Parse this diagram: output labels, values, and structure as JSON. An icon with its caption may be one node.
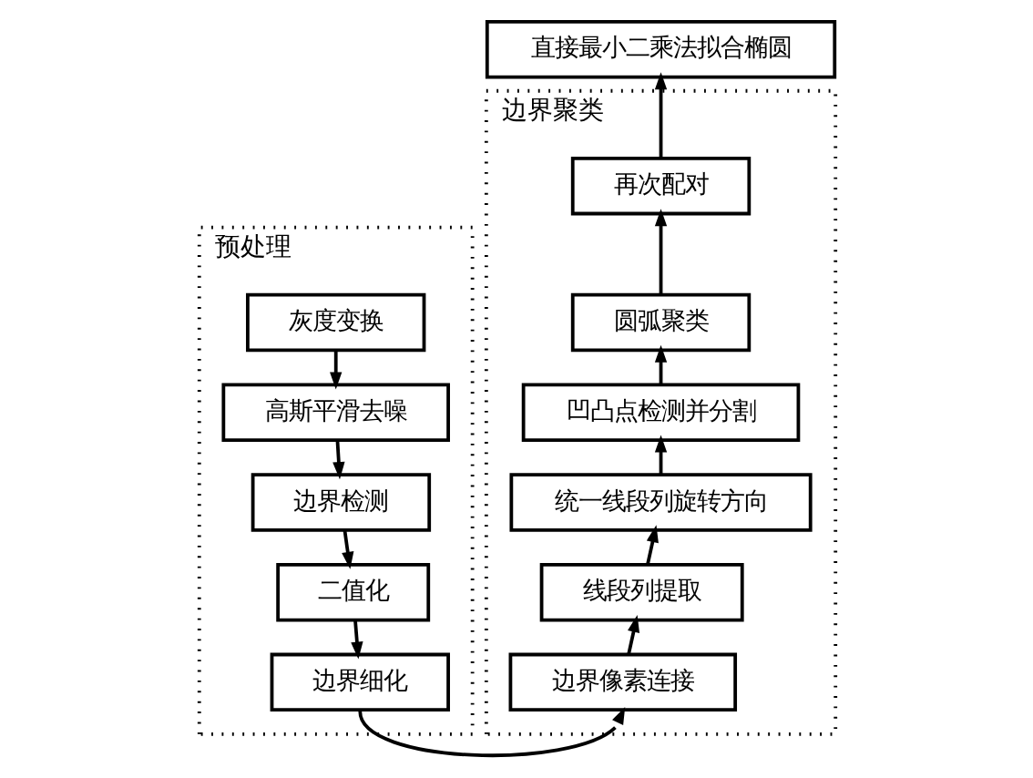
{
  "diagram": {
    "nodes": [
      {
        "text": [
          "预处理"
        ]
      },
      {
        "text": [
          "灰度变换"
        ],
        "in": 0
      },
      {
        "text": [
          "高斯平滑去噪"
        ],
        "in": 0
      },
      {
        "text": [
          "边界检测"
        ],
        "in": 0
      },
      {
        "text": [
          "二值化"
        ],
        "in": 0
      },
      {
        "text": [
          "边界细化"
        ],
        "in": 0
      },
      {
        "text": [
          "边界聚类"
        ]
      },
      {
        "text": [
          "边界像素连接"
        ],
        "in": 6
      },
      {
        "text": [
          "线段列提取"
        ],
        "in": 6
      },
      {
        "text": [
          "统一线段列旋转方向"
        ],
        "in": 6
      },
      {
        "text": [
          "凹凸点检测并分割"
        ],
        "in": 6
      },
      {
        "text": [
          "圆弧聚类"
        ],
        "in": 6
      },
      {
        "text": [
          "再次配对"
        ],
        "in": 6
      },
      {
        "text": [
          "直接最小二乘法拟合椭圆"
        ]
      }
    ],
    "edges": [
      {
        "from": 1,
        "to": 2,
        "arrow": "to"
      },
      {
        "from": 2,
        "to": 3,
        "arrow": "to"
      },
      {
        "from": 3,
        "to": 4,
        "arrow": "to"
      },
      {
        "from": 4,
        "to": 5,
        "arrow": "to"
      },
      {
        "from": 5,
        "to": 7,
        "arrow": "to"
      },
      {
        "from": 7,
        "to": 8,
        "arrow": "to"
      },
      {
        "from": 8,
        "to": 9,
        "arrow": "to"
      },
      {
        "from": 9,
        "to": 10,
        "arrow": "to"
      },
      {
        "from": 10,
        "to": 11,
        "arrow": "to"
      },
      {
        "from": 11,
        "to": 12,
        "arrow": "to"
      },
      {
        "from": 12,
        "to": 13,
        "arrow": "to"
      }
    ]
  }
}
